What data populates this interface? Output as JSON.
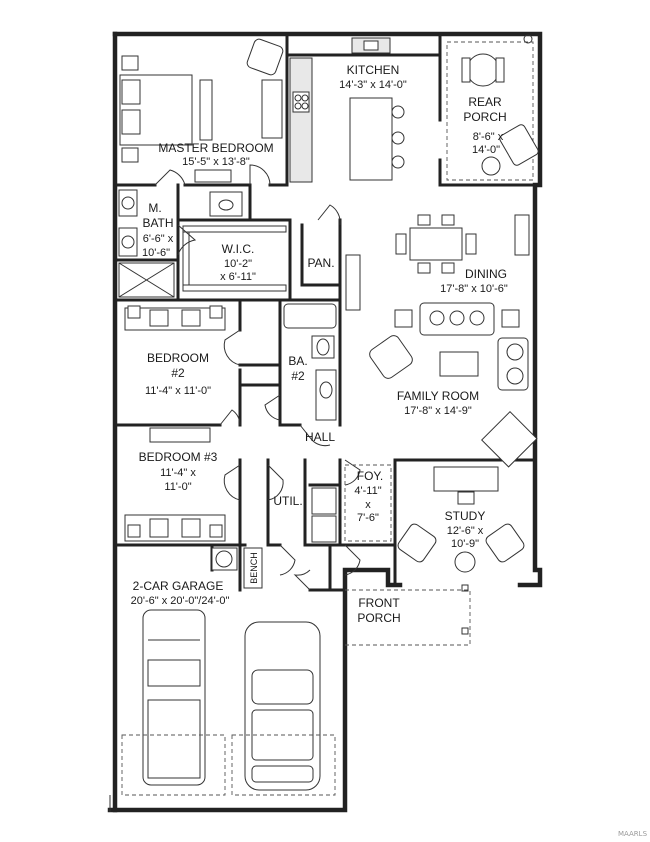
{
  "rooms": {
    "master_bedroom": {
      "name": "MASTER BEDROOM",
      "dims": "15'-5\" x 13'-8\""
    },
    "kitchen": {
      "name": "KITCHEN",
      "dims": "14'-3\" x 14'-0\""
    },
    "rear_porch": {
      "name1": "REAR",
      "name2": "PORCH",
      "dims1": "8'-6\" x",
      "dims2": "14'-0\""
    },
    "master_bath": {
      "name1": "M.",
      "name2": "BATH",
      "dims1": "6'-6\" x",
      "dims2": "10'-6\""
    },
    "wic": {
      "name": "W.I.C.",
      "dims1": "10'-2\"",
      "dims2": "x 6'-11\""
    },
    "pantry": {
      "name": "PAN."
    },
    "dining": {
      "name": "DINING",
      "dims": "17'-8\" x 10'-6\""
    },
    "bedroom2": {
      "name1": "BEDROOM",
      "name2": "#2",
      "dims": "11'-4\" x 11'-0\""
    },
    "bath2": {
      "name1": "BA.",
      "name2": "#2"
    },
    "family_room": {
      "name": "FAMILY ROOM",
      "dims": "17'-8\" x 14'-9\""
    },
    "hall": {
      "name": "HALL"
    },
    "bedroom3": {
      "name": "BEDROOM #3",
      "dims1": "11'-4\" x",
      "dims2": "11'-0\""
    },
    "utility": {
      "name": "UTIL."
    },
    "foyer": {
      "name": "FOY.",
      "dims1": "4'-11\"",
      "dims2": "x",
      "dims3": "7'-6\""
    },
    "study": {
      "name": "STUDY",
      "dims1": "12'-6\" x",
      "dims2": "10'-9\""
    },
    "bench": {
      "name": "BENCH"
    },
    "garage": {
      "name": "2-CAR GARAGE",
      "dims": "20'-6\" x 20'-0\"/24'-0\""
    },
    "front_porch": {
      "name1": "FRONT",
      "name2": "PORCH"
    }
  },
  "watermark": "MAARLS"
}
